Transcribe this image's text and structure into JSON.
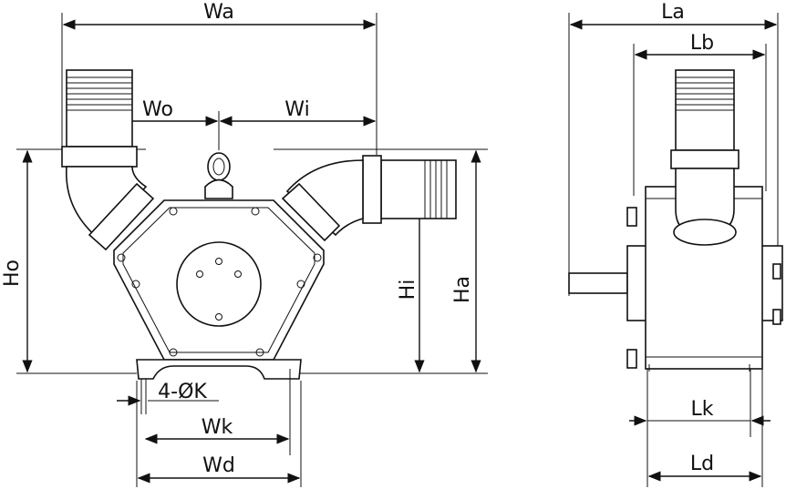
{
  "front_view": {
    "labels": {
      "wa": "Wa",
      "wo": "Wo",
      "wi": "Wi",
      "ho": "Ho",
      "hi": "Hi",
      "ha": "Ha",
      "hole": "4-ØK",
      "wk": "Wk",
      "wd": "Wd"
    }
  },
  "side_view": {
    "labels": {
      "la": "La",
      "lb": "Lb",
      "lk": "Lk",
      "ld": "Ld"
    }
  }
}
